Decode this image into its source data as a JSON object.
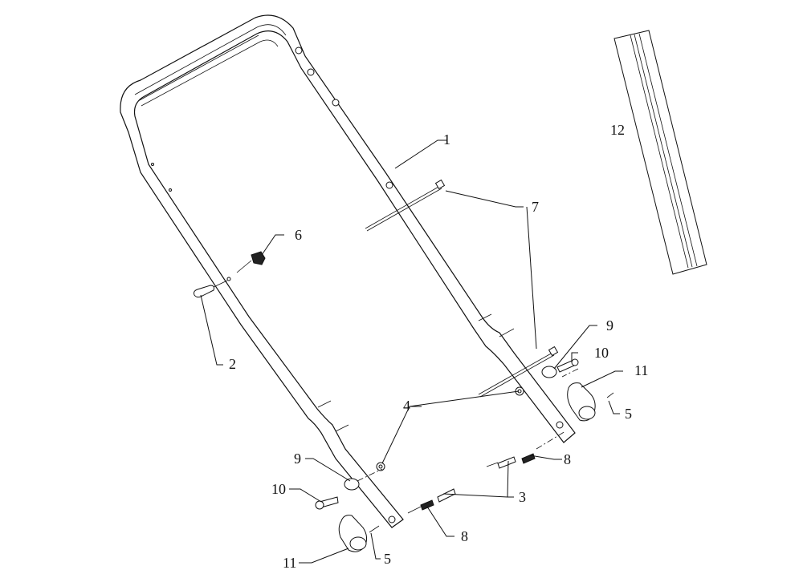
{
  "diagram": {
    "part_labels": [
      {
        "id": "p1",
        "text": "1"
      },
      {
        "id": "p2",
        "text": "2"
      },
      {
        "id": "p3",
        "text": "3"
      },
      {
        "id": "p4",
        "text": "4"
      },
      {
        "id": "p5a",
        "text": "5"
      },
      {
        "id": "p5b",
        "text": "5"
      },
      {
        "id": "p6",
        "text": "6"
      },
      {
        "id": "p7",
        "text": "7"
      },
      {
        "id": "p8a",
        "text": "8"
      },
      {
        "id": "p8b",
        "text": "8"
      },
      {
        "id": "p9a",
        "text": "9"
      },
      {
        "id": "p9b",
        "text": "9"
      },
      {
        "id": "p10a",
        "text": "10"
      },
      {
        "id": "p10b",
        "text": "10"
      },
      {
        "id": "p11a",
        "text": "11"
      },
      {
        "id": "p11b",
        "text": "11"
      },
      {
        "id": "p12",
        "text": "12"
      }
    ]
  }
}
